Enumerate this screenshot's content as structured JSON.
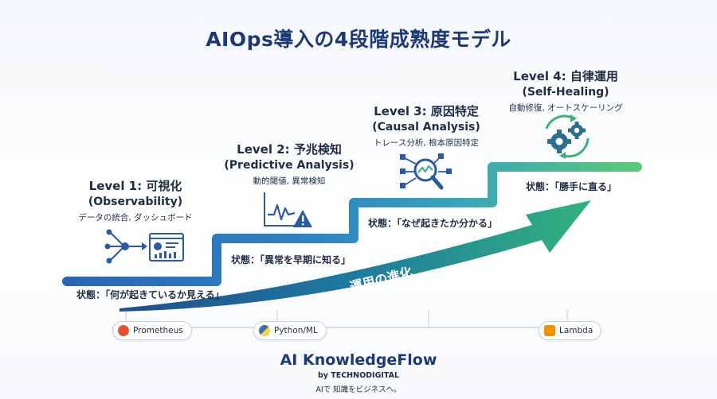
{
  "title": "AIOps導入の4段階成熟度モデル",
  "levels": [
    {
      "title": "Level 1: 可視化",
      "subtitle": "(Observability)",
      "desc": "データの統合, ダッシュボード",
      "state": "状態：「何が起きているか見える」",
      "icon": "data-flow-dashboard-icon"
    },
    {
      "title": "Level 2: 予兆検知",
      "subtitle": "(Predictive Analysis)",
      "desc": "動的閾値, 異常検知",
      "state": "状態：「異常を早期に知る」",
      "icon": "anomaly-chart-warning-icon"
    },
    {
      "title": "Level 3: 原因特定",
      "subtitle": "(Causal Analysis)",
      "desc": "トレース分析, 根本原因特定",
      "state": "状態：「なぜ起きたか分かる」",
      "icon": "magnifier-network-icon"
    },
    {
      "title": "Level 4: 自律運用",
      "subtitle": "(Self-Healing)",
      "desc": "自動修復, オートスケーリング",
      "state": "状態：「勝手に直る」",
      "icon": "gears-cycle-icon"
    }
  ],
  "arrow_label": "運用の進化",
  "tools": [
    {
      "label": "Prometheus",
      "color": "#e6522c"
    },
    {
      "label": "Python/ML",
      "color": "#3776ab"
    },
    {
      "label": "Lambda",
      "color": "#f29100"
    }
  ],
  "brand": {
    "name": "AI KnowledgeFlow",
    "by": "by TECHNODIGITAL",
    "tagline": "AIで 知識をビジネスへ。"
  },
  "colors": {
    "step_blue": "#2c64b4",
    "step_green": "#52c17a",
    "arrow_teal": "#1f9e8a",
    "title_navy": "#1e3a73"
  }
}
